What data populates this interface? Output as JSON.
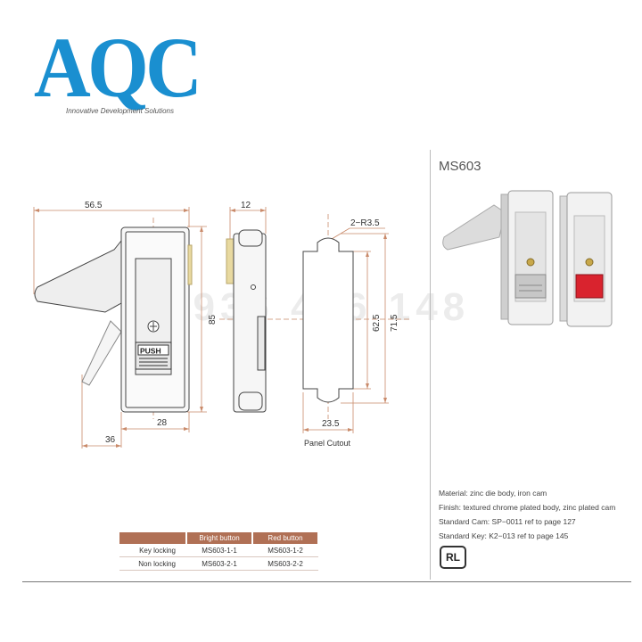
{
  "logo": {
    "text": "AQC",
    "tagline": "Innovative Development Solutions"
  },
  "watermark": "0936 456 148",
  "product": {
    "model": "MS603"
  },
  "drawing": {
    "dims": {
      "width_overall": "56.5",
      "depth": "12",
      "radius": "2−R3.5",
      "height": "85",
      "cutout_inner": "62.5",
      "cutout_outer": "71.5",
      "base_width": "28",
      "handle_offset": "36",
      "cutout_width": "23.5"
    },
    "push_label": "PUSH",
    "panel_cutout_label": "Panel Cutout"
  },
  "specs": {
    "material": "Material: zinc die body, iron cam",
    "finish": "Finish: textured chrome plated body, zinc plated cam",
    "cam": "Standard Cam: SP−0011  ref to page 127",
    "key": "Standard Key: K2−013 ref to page 145",
    "badge": "RL"
  },
  "parts_table": {
    "headers": [
      "",
      "Bright button",
      "Red button"
    ],
    "rows": [
      {
        "label": "Key locking",
        "bright": "MS603-1-1",
        "red": "MS603-1-2"
      },
      {
        "label": "Non locking",
        "bright": "MS603-2-1",
        "red": "MS603-2-2"
      }
    ]
  },
  "colors": {
    "logo_blue": "#1a8fd0",
    "dimension_line": "#c98a6a",
    "table_header": "#b07055",
    "red_button": "#d9232e"
  }
}
